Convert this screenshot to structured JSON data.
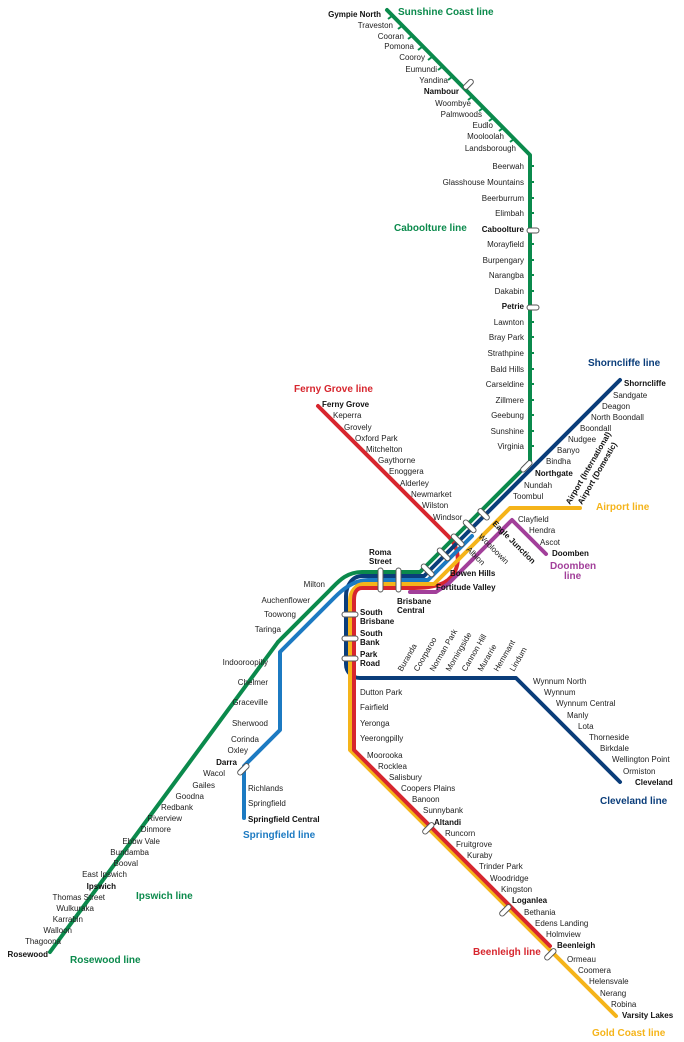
{
  "colors": {
    "green": "#0b8a4c",
    "darkblue": "#0a3d7a",
    "red": "#d7262e",
    "yellow": "#f5b41a",
    "purple": "#a23f9a",
    "lightblue": "#1c7ac2"
  },
  "lines": {
    "sunshine_coast": "Sunshine Coast line",
    "caboolture": "Caboolture line",
    "shorncliffe": "Shorncliffe line",
    "ferny_grove": "Ferny Grove line",
    "airport": "Airport line",
    "doomben_1": "Doomben",
    "doomben_2": "line",
    "springfield": "Springfield line",
    "ipswich": "Ipswich line",
    "rosewood": "Rosewood line",
    "cleveland": "Cleveland line",
    "beenleigh": "Beenleigh line",
    "gold_coast": "Gold Coast line"
  },
  "stations": {
    "sunshine_coast": [
      "Gympie North",
      "Traveston",
      "Cooran",
      "Pomona",
      "Cooroy",
      "Eumundi",
      "Yandina",
      "Nambour",
      "Woombye",
      "Palmwoods",
      "Eudlo",
      "Mooloolah",
      "Landsborough"
    ],
    "caboolture": [
      "Beerwah",
      "Glasshouse Mountains",
      "Beerburrum",
      "Elimbah",
      "Caboolture",
      "Morayfield",
      "Burpengary",
      "Narangba",
      "Dakabin",
      "Petrie",
      "Lawnton",
      "Bray Park",
      "Strathpine",
      "Bald Hills",
      "Carseldine",
      "Zillmere",
      "Geebung",
      "Sunshine",
      "Virginia"
    ],
    "shorncliffe": [
      "Shorncliffe",
      "Sandgate",
      "Deagon",
      "North Boondall",
      "Boondall",
      "Nudgee",
      "Banyo",
      "Bindha",
      "Northgate",
      "Nundah",
      "Toombul"
    ],
    "ferny_grove": [
      "Ferny Grove",
      "Keperra",
      "Grovely",
      "Oxford Park",
      "Mitchelton",
      "Gaythorne",
      "Enoggera",
      "Alderley",
      "Newmarket",
      "Wilston",
      "Windsor"
    ],
    "airport": [
      "Airport (International)",
      "Airport (Domestic)"
    ],
    "doomben": [
      "Clayfield",
      "Hendra",
      "Ascot",
      "Doomben"
    ],
    "inner": [
      "Eagle Junction",
      "Wooloowin",
      "Albion",
      "Bowen Hills",
      "Fortitude Valley",
      "Roma Street",
      "Brisbane Central",
      "South Brisbane",
      "South Bank",
      "Park Road"
    ],
    "inner_split": [
      "Roma",
      "Street",
      "Brisbane",
      "Central",
      "South",
      "Brisbane",
      "South",
      "Bank",
      "Park",
      "Road"
    ],
    "ipswich_inner": [
      "Milton",
      "Auchenflower",
      "Toowong",
      "Taringa",
      "Indooroopilly",
      "Chelmer",
      "Graceville",
      "Sherwood",
      "Corinda",
      "Oxley",
      "Darra"
    ],
    "springfield": [
      "Richlands",
      "Springfield",
      "Springfield Central"
    ],
    "ipswich": [
      "Wacol",
      "Gailes",
      "Goodna",
      "Redbank",
      "Riverview",
      "Dinmore",
      "Ebbw Vale",
      "Bundamba",
      "Booval",
      "East Ipswich",
      "Ipswich",
      "Thomas Street",
      "Wulkuraka",
      "Karrabin",
      "Walloon",
      "Thagoona",
      "Rosewood"
    ],
    "cleveland_inner": [
      "Buranda",
      "Coorparoo",
      "Norman Park",
      "Morningside",
      "Cannon Hill",
      "Murarrie",
      "Hemmant",
      "Lindum"
    ],
    "cleveland": [
      "Wynnum North",
      "Wynnum",
      "Wynnum Central",
      "Manly",
      "Lota",
      "Thorneside",
      "Birkdale",
      "Wellington Point",
      "Ormiston",
      "Cleveland"
    ],
    "beenleigh": [
      "Dutton Park",
      "Fairfield",
      "Yeronga",
      "Yeerongpilly",
      "Moorooka",
      "Rocklea",
      "Salisbury",
      "Coopers Plains",
      "Banoon",
      "Sunnybank",
      "Altandi",
      "Runcorn",
      "Fruitgrove",
      "Kuraby",
      "Trinder Park",
      "Woodridge",
      "Kingston",
      "Loganlea",
      "Bethania",
      "Edens Landing",
      "Holmview",
      "Beenleigh"
    ],
    "gold_coast": [
      "Ormeau",
      "Coomera",
      "Helensvale",
      "Nerang",
      "Robina",
      "Varsity Lakes"
    ]
  }
}
